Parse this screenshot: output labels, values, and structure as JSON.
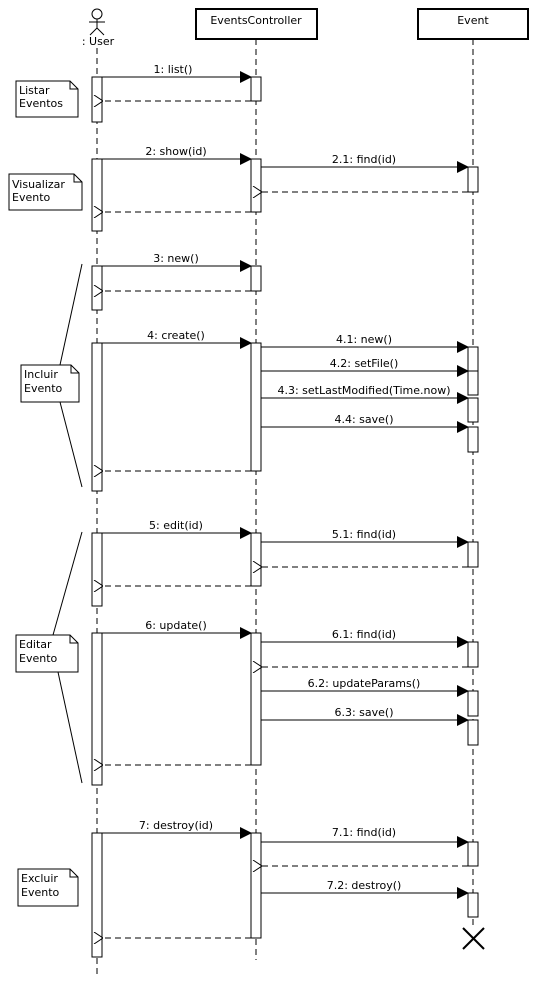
{
  "lifelines": {
    "user": ": User",
    "controller": "EventsController",
    "event": "Event"
  },
  "messages": {
    "m1": "1: list()",
    "m2": "2: show(id)",
    "m2_1": "2.1: find(id)",
    "m3": "3: new()",
    "m4": "4: create()",
    "m4_1": "4.1: new()",
    "m4_2": "4.2: setFile()",
    "m4_3": "4.3: setLastModified(Time.now)",
    "m4_4": "4.4: save()",
    "m5": "5: edit(id)",
    "m5_1": "5.1: find(id)",
    "m6": "6: update()",
    "m6_1": "6.1: find(id)",
    "m6_2": "6.2: updateParams()",
    "m6_3": "6.3: save()",
    "m7": "7: destroy(id)",
    "m7_1": "7.1: find(id)",
    "m7_2": "7.2: destroy()"
  },
  "notes": {
    "listar": [
      "Listar",
      "Eventos"
    ],
    "visualizar": [
      "Visualizar",
      "Evento"
    ],
    "incluir": [
      "Incluir",
      "Evento"
    ],
    "editar": [
      "Editar",
      "Evento"
    ],
    "excluir": [
      "Excluir",
      "Evento"
    ]
  }
}
